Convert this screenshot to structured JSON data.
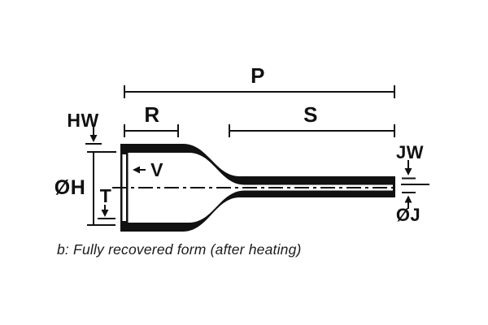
{
  "figure": {
    "type": "technical-dimension-diagram",
    "subject": "heat-shrink molded part, fully recovered form",
    "caption": "b: Fully recovered form (after heating)",
    "colors": {
      "ink": "#111111",
      "background": "#ffffff"
    },
    "labels": {
      "p": "P",
      "r": "R",
      "s": "S",
      "hw": "HW",
      "oh": "ØH",
      "t": "T",
      "v": "V",
      "jw": "JW",
      "oj": "ØJ"
    }
  }
}
